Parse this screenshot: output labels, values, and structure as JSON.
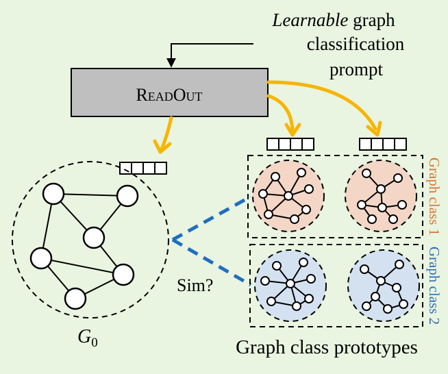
{
  "prompt_label": {
    "emph": "Learnable",
    "line1_rest": " graph",
    "line2": "classification",
    "line3": "prompt"
  },
  "readout_label": "ReadOut",
  "sim_label": "Sim?",
  "g0_label": "G",
  "g0_sub": "0",
  "class1_label": "Graph class 1",
  "class2_label": "Graph class 2",
  "prototypes_label": "Graph class prototypes",
  "colors": {
    "background": "#e9f4e1",
    "readout_fill": "#bfbfbf",
    "arrow_yellow": "#f7b500",
    "dash_blue": "#1f6fbf",
    "class1_fill": "#f3d6c6",
    "class2_fill": "#d4e1f1",
    "class1_text": "#d9742b",
    "class2_text": "#2f6db5"
  }
}
